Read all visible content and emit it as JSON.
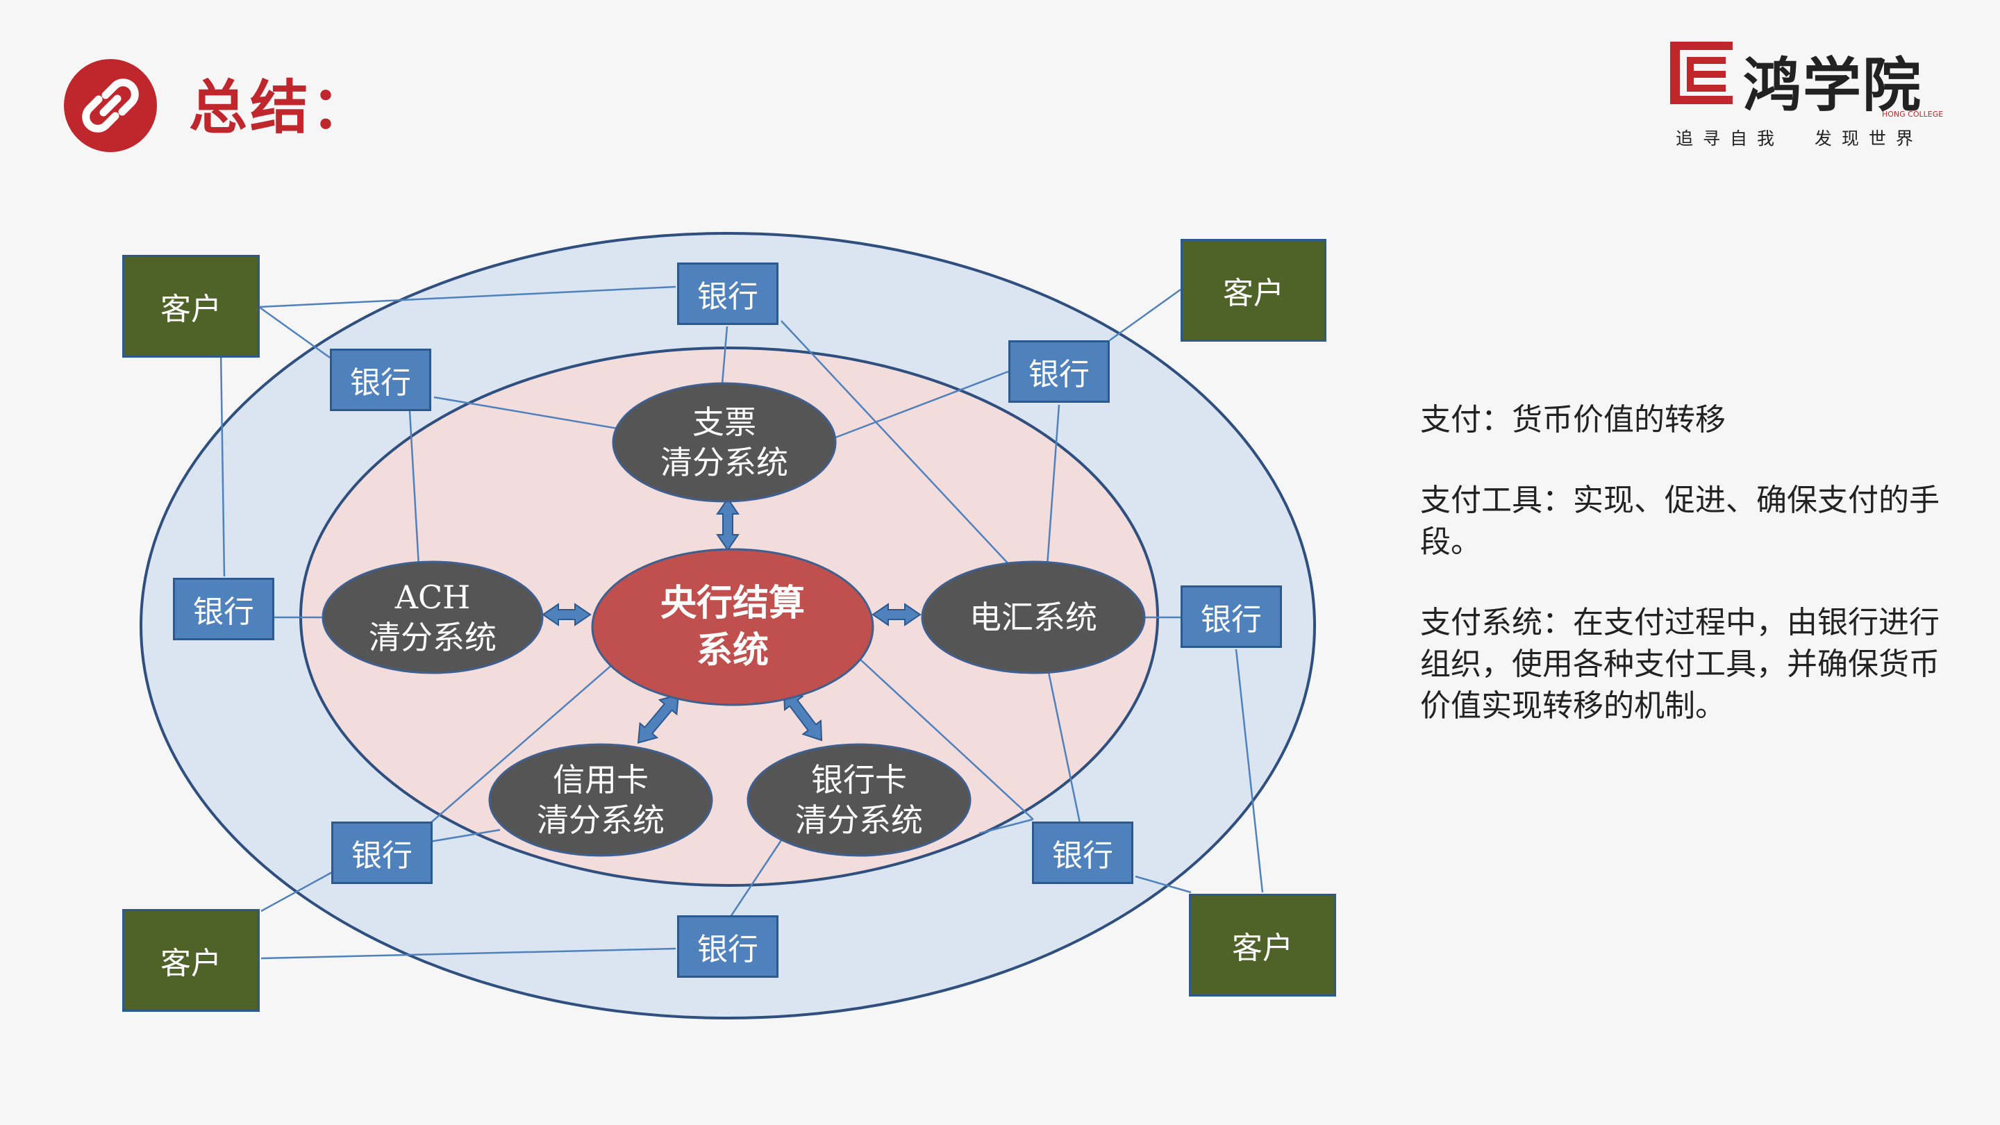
{
  "header": {
    "title": "总结：",
    "icon": "link-icon",
    "icon_color": "#c0272d"
  },
  "logo": {
    "name": "鸿学院",
    "sub": "HONG COLLEGE",
    "slogan": "追寻自我  发现世界"
  },
  "diagram": {
    "center": {
      "line1": "央行结算",
      "line2": "系统"
    },
    "systems": {
      "cheque": {
        "line1": "支票",
        "line2": "清分系统"
      },
      "ach": {
        "line1": "ACH",
        "line2": "清分系统"
      },
      "wire": {
        "line1": "电汇系统"
      },
      "credit_card": {
        "line1": "信用卡",
        "line2": "清分系统"
      },
      "bank_card": {
        "line1": "银行卡",
        "line2": "清分系统"
      }
    },
    "bank_label": "银行",
    "client_label": "客户",
    "colors": {
      "outer_ellipse": "#dbe4f1",
      "inner_ellipse": "#f3dcdc",
      "center_node": "#c0504d",
      "system_node": "#555555",
      "bank": "#4f81bd",
      "client": "#4f6228",
      "arrow": "#4f81bd"
    }
  },
  "description": [
    "支付：货币价值的转移",
    "支付工具：实现、促进、确保支付的手段。",
    "支付系统：在支付过程中，由银行进行组织，使用各种支付工具，并确保货币价值实现转移的机制。"
  ]
}
